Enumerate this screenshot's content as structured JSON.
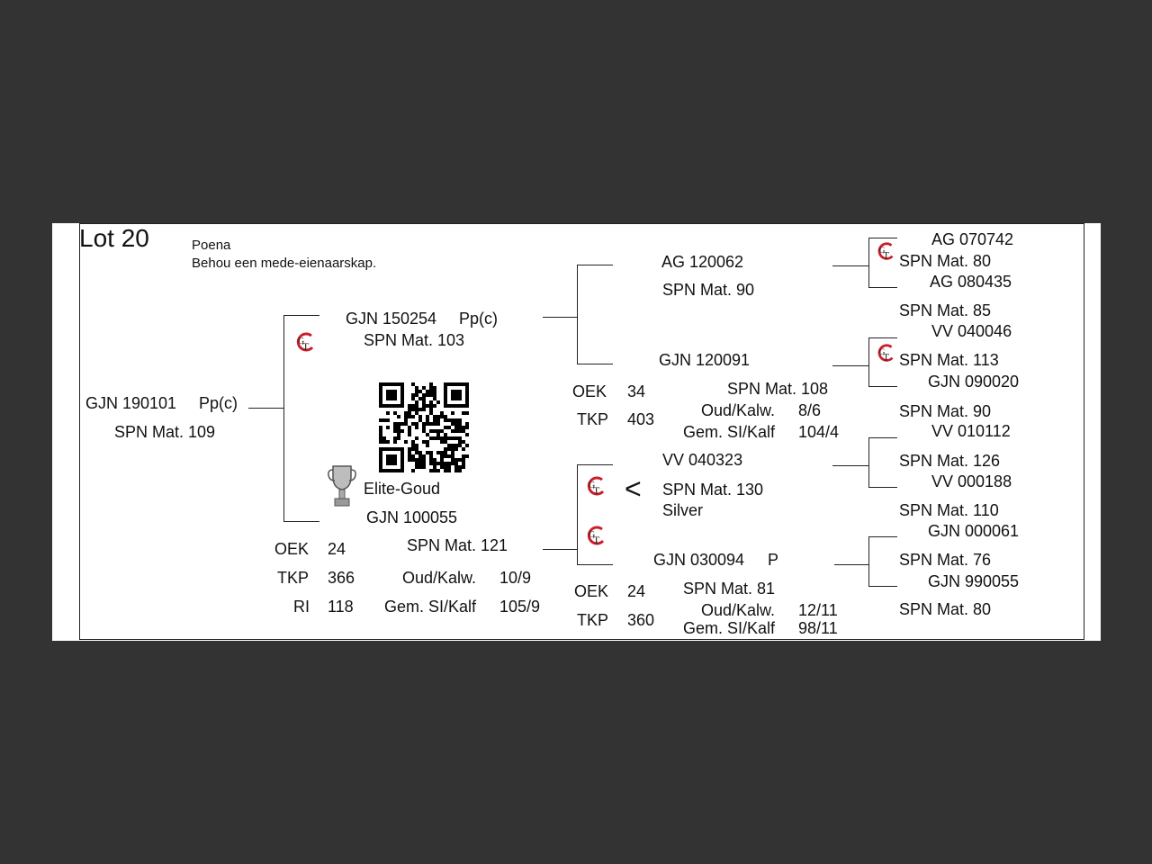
{
  "lot": "Lot 20",
  "animal_name": "Poena",
  "note": "Behou een mede-eienaarskap.",
  "subject": {
    "id": "GJN 190101",
    "grade": "Pp(c)",
    "spn": "SPN Mat. 109"
  },
  "sire": {
    "id": "GJN 150254",
    "grade": "Pp(c)",
    "spn": "SPN Mat. 103"
  },
  "dam": {
    "award": "Elite-Goud",
    "id": "GJN 100055",
    "spn": "SPN Mat. 121"
  },
  "dam_stats": {
    "oek_label": "OEK",
    "oek": "24",
    "tkp_label": "TKP",
    "tkp": "366",
    "ri_label": "RI",
    "ri": "118",
    "oud_label": "Oud/Kalw.",
    "oud": "10/9",
    "gem_label": "Gem. SI/Kalf",
    "gem": "105/9"
  },
  "ss": {
    "id": "AG  120062",
    "spn": "SPN Mat. 90"
  },
  "sd": {
    "id": "GJN 120091",
    "spn": "SPN Mat. 108"
  },
  "sd_stats": {
    "oek_label": "OEK",
    "oek": "34",
    "tkp_label": "TKP",
    "tkp": "403",
    "oud_label": "Oud/Kalw.",
    "oud": "8/6",
    "gem_label": "Gem. SI/Kalf",
    "gem": "104/4"
  },
  "ds": {
    "id": "VV  040323",
    "spn": "SPN Mat. 130",
    "award": "Silver",
    "chevron": "<"
  },
  "dd": {
    "id": "GJN 030094",
    "grade": "P",
    "spn": "SPN Mat. 81"
  },
  "dd_stats": {
    "oek_label": "OEK",
    "oek": "24",
    "tkp_label": "TKP",
    "tkp": "360",
    "oud_label": "Oud/Kalw.",
    "oud": "12/11",
    "gem_label": "Gem. SI/Kalf",
    "gem": "98/11"
  },
  "gen3": [
    {
      "id": "AG  070742",
      "spn": "SPN Mat. 80"
    },
    {
      "id": "AG  080435",
      "spn": "SPN Mat. 85"
    },
    {
      "id": "VV  040046",
      "spn": "SPN Mat. 113"
    },
    {
      "id": "GJN 090020",
      "spn": "SPN Mat. 90"
    },
    {
      "id": "VV  010112",
      "spn": "SPN Mat. 126"
    },
    {
      "id": "VV  000188",
      "spn": "SPN Mat. 110"
    },
    {
      "id": "GJN 000061",
      "spn": "SPN Mat. 76"
    },
    {
      "id": "GJN 990055",
      "spn": "SPN Mat. 80"
    }
  ],
  "icons": {
    "breeder_logo": "gt-logo-icon",
    "trophy": "trophy-icon",
    "qr": "qr-code"
  },
  "colors": {
    "background": "#333333",
    "paper": "#ffffff",
    "logo_red": "#c8202a"
  }
}
